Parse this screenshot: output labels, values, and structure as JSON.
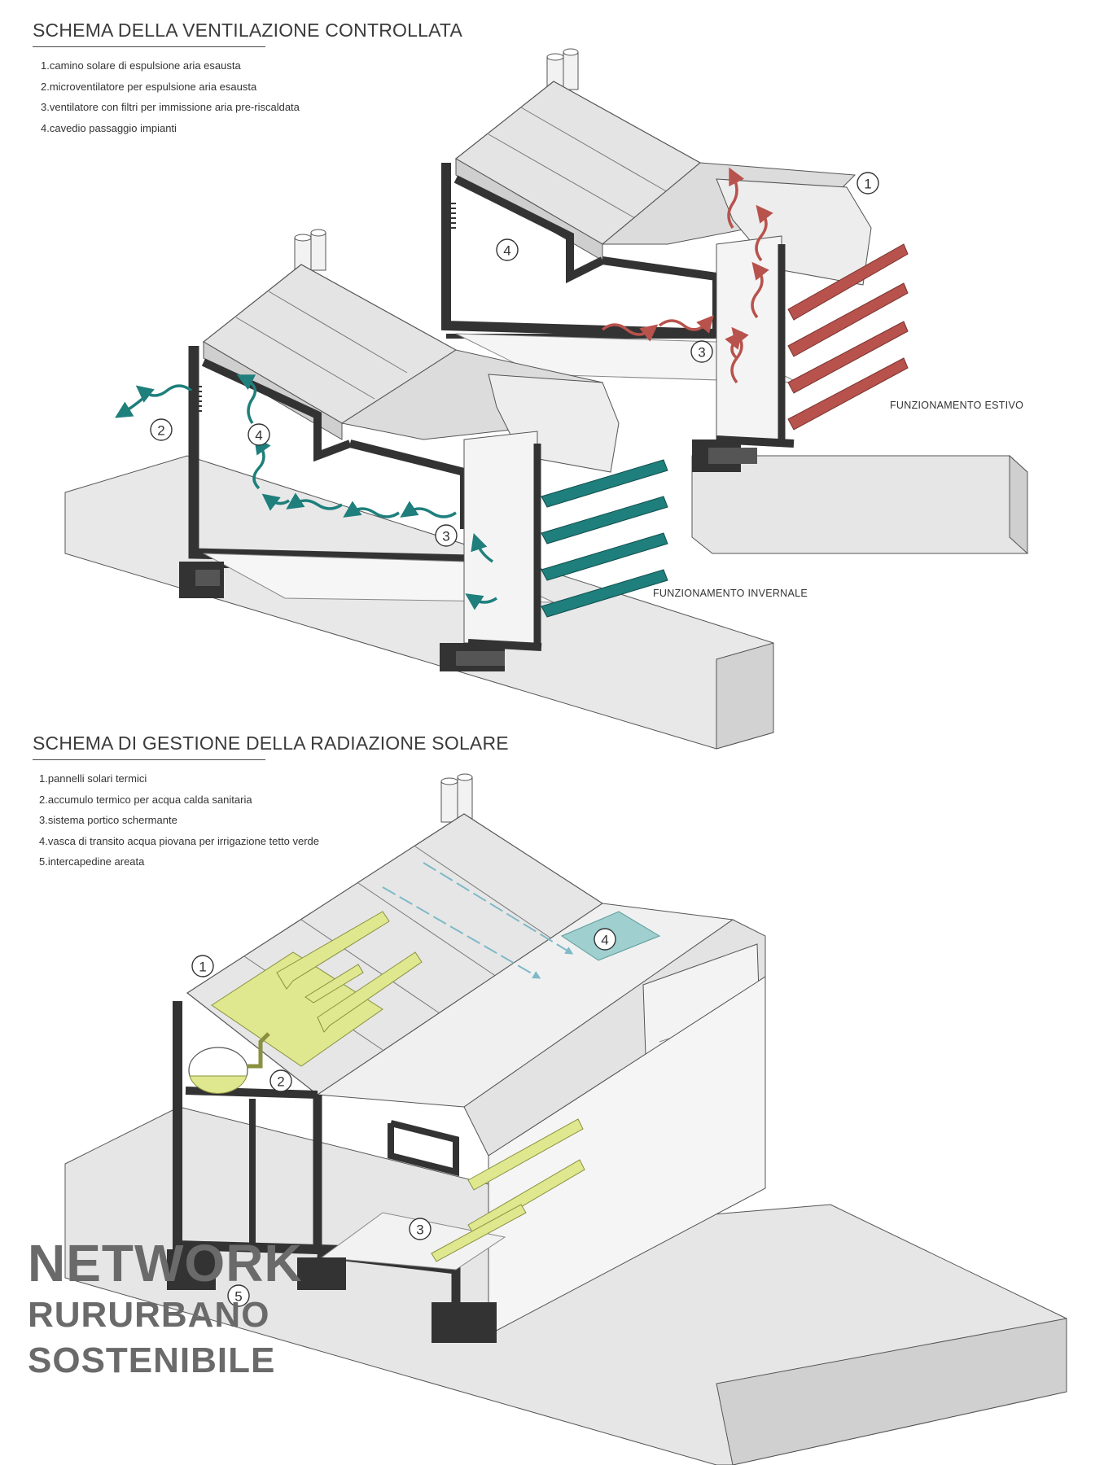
{
  "ventilation": {
    "title": "SCHEMA DELLA VENTILAZIONE CONTROLLATA",
    "legend": [
      "1.camino solare di espulsione aria esausta",
      "2.microventilatore per espulsione aria esausta",
      "3.ventilatore con filtri per immissione aria pre-riscaldata",
      "4.cavedio passaggio impianti"
    ],
    "summer_label": "FUNZIONAMENTO ESTIVO",
    "winter_label": "FUNZIONAMENTO INVERNALE",
    "summer_color": "#b8524c",
    "winter_color": "#1e7f7c"
  },
  "solar": {
    "title": "SCHEMA DI GESTIONE DELLA RADIAZIONE SOLARE",
    "legend": [
      "1.pannelli solari termici",
      "2.accumulo termico per acqua calda sanitaria",
      "3.sistema portico schermante",
      "4.vasca di transito acqua piovana per irrigazione tetto verde",
      "5.intercapedine areata"
    ],
    "sun_color": "#dfe88e",
    "water_color": "#9fcfcf"
  },
  "callouts": {
    "c1": "1",
    "c2": "2",
    "c3": "3",
    "c4": "4",
    "c5": "5"
  },
  "brand": {
    "line1": "NETWORK",
    "line2": "RURURBANO",
    "line3": "SOSTENIBILE"
  }
}
